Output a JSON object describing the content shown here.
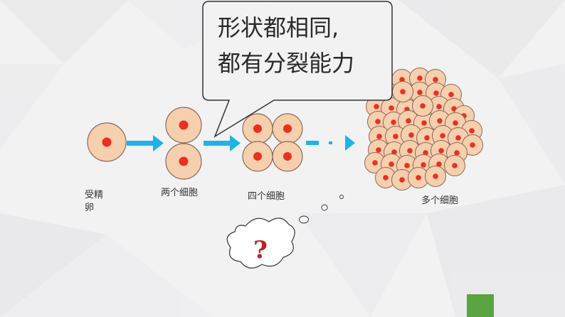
{
  "speech_bubble": {
    "line1": "形状都相同,",
    "line2": "都有分裂能力"
  },
  "labels": {
    "fertilized_egg_line1": "受精",
    "fertilized_egg_line2": "卵",
    "two_cells": "两个细胞",
    "four_cells": "四个细胞",
    "many_cells": "多个细胞"
  },
  "thought_bubble": {
    "symbol": "?"
  },
  "colors": {
    "cell_fill": "#f5cfae",
    "cell_stroke": "#8a6a55",
    "nucleus": "#e8311f",
    "arrow": "#1fb2e8",
    "accent_green": "#5aa441"
  }
}
